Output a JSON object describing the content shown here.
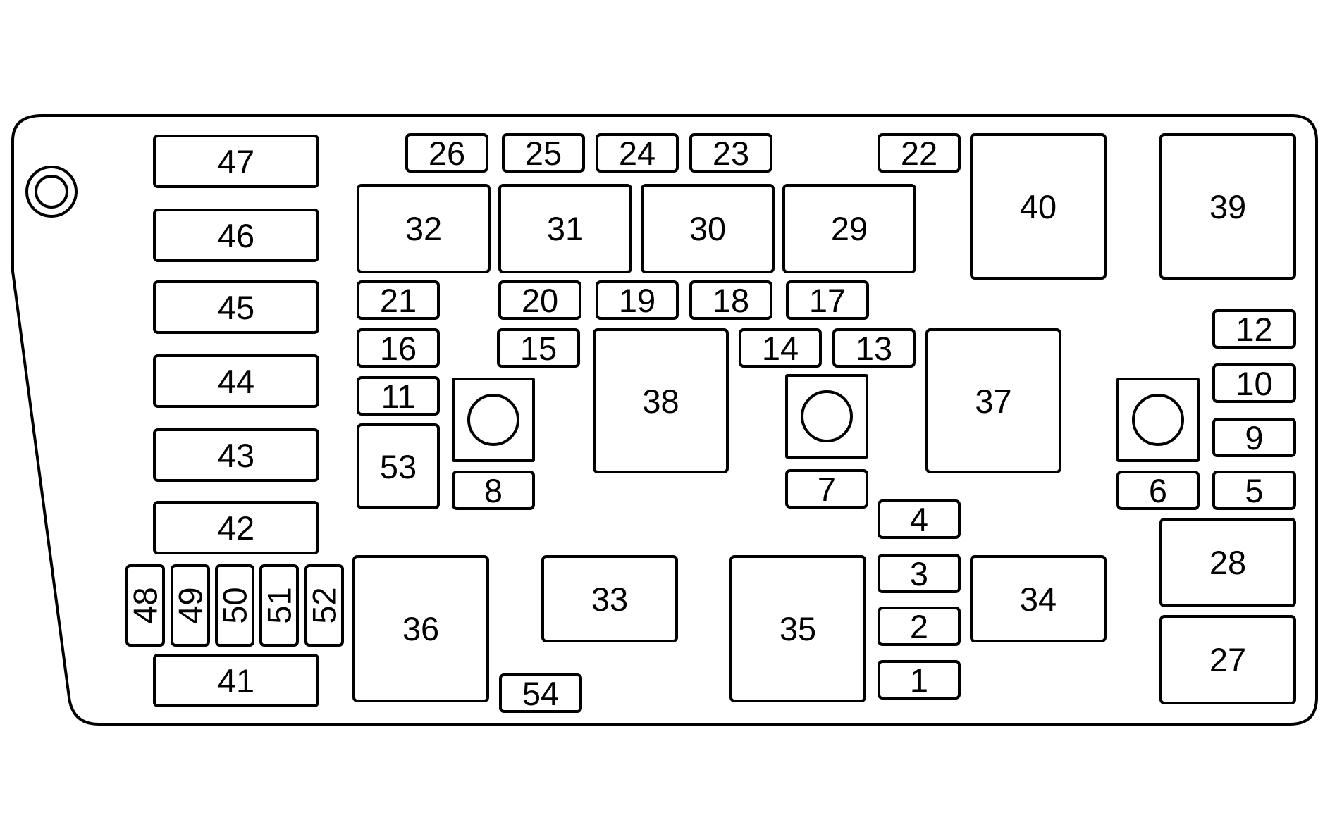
{
  "diagram": {
    "line_color": "#000000",
    "background": "#ffffff",
    "mounting_hole_icon": "mounting-hole-icon",
    "stud_icon": "terminal-stud-icon"
  },
  "fuses": {
    "f1": "1",
    "f2": "2",
    "f3": "3",
    "f4": "4",
    "f5": "5",
    "f6": "6",
    "f7": "7",
    "f8": "8",
    "f9": "9",
    "f10": "10",
    "f11": "11",
    "f12": "12",
    "f13": "13",
    "f14": "14",
    "f15": "15",
    "f16": "16",
    "f17": "17",
    "f18": "18",
    "f19": "19",
    "f20": "20",
    "f21": "21",
    "f22": "22",
    "f23": "23",
    "f24": "24",
    "f25": "25",
    "f26": "26",
    "f27": "27",
    "f28": "28",
    "f29": "29",
    "f30": "30",
    "f31": "31",
    "f32": "32",
    "f33": "33",
    "f34": "34",
    "f35": "35",
    "f36": "36",
    "f37": "37",
    "f38": "38",
    "f39": "39",
    "f40": "40",
    "f41": "41",
    "f42": "42",
    "f43": "43",
    "f44": "44",
    "f45": "45",
    "f46": "46",
    "f47": "47",
    "f48": "48",
    "f49": "49",
    "f50": "50",
    "f51": "51",
    "f52": "52",
    "f53": "53",
    "f54": "54"
  }
}
